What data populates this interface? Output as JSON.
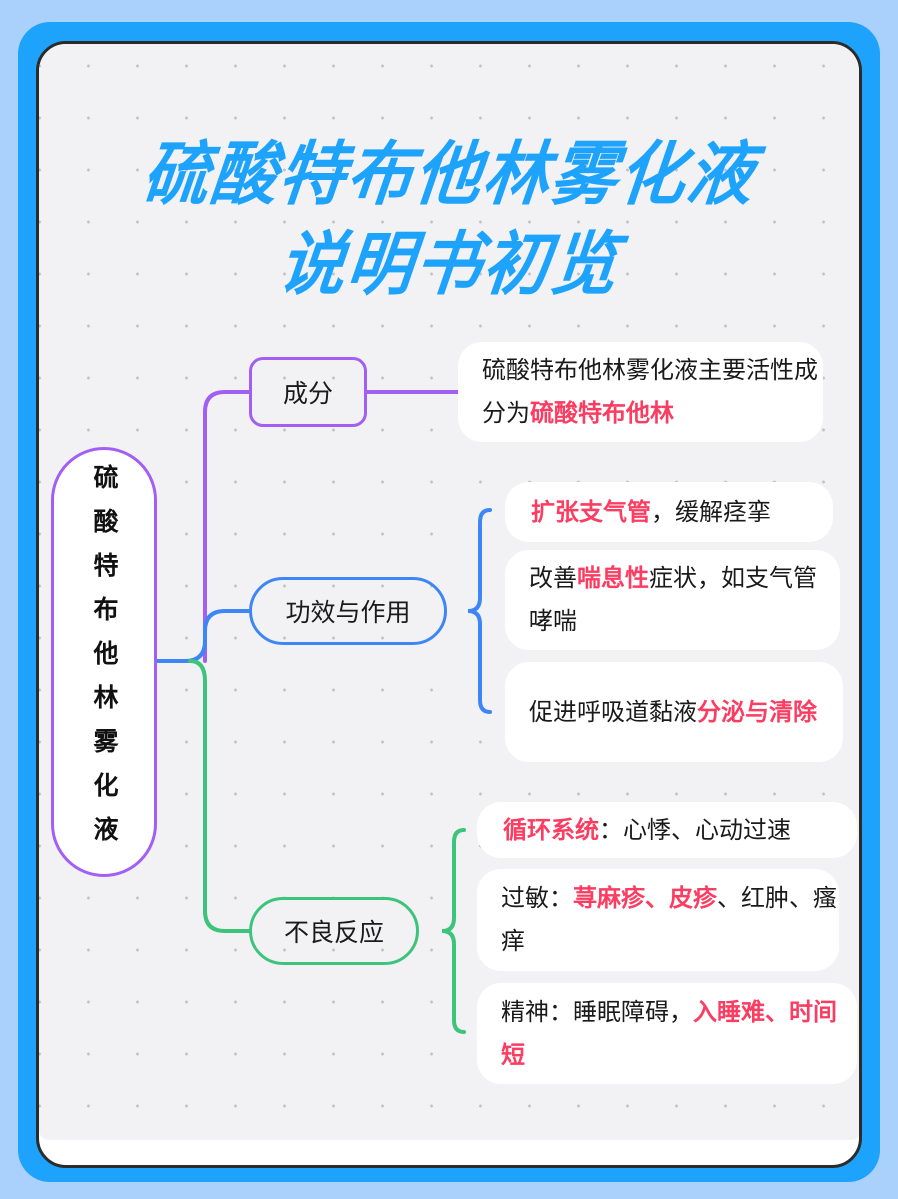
{
  "title": {
    "line1": "硫酸特布他林雾化液",
    "line2": "说明书初览"
  },
  "colors": {
    "background": "#aad1fb",
    "frame": "#1ea3fd",
    "title": "#1ea3fd",
    "ingredient_branch": "#a25ff4",
    "effect_branch": "#3e86f5",
    "adverse_branch": "#3cc47c",
    "highlight": "#fb3d62"
  },
  "root": {
    "label": "硫酸特布他林雾化液"
  },
  "branches": {
    "ingredient": {
      "label": "成分",
      "items": [
        {
          "parts": [
            {
              "text": "硫酸特布他林雾化液主要活性成分为"
            },
            {
              "text": "硫酸特布他林",
              "hl": true
            }
          ]
        }
      ]
    },
    "effect": {
      "label": "功效与作用",
      "items": [
        {
          "parts": [
            {
              "text": "扩张支气管",
              "hl": true
            },
            {
              "text": "，缓解痉挛"
            }
          ]
        },
        {
          "parts": [
            {
              "text": "改善"
            },
            {
              "text": "喘息性",
              "hl": true
            },
            {
              "text": "症状，如支气管哮喘"
            }
          ]
        },
        {
          "parts": [
            {
              "text": "促进呼吸道黏液"
            },
            {
              "text": "分泌与清除",
              "hl": true
            }
          ]
        }
      ]
    },
    "adverse": {
      "label": "不良反应",
      "items": [
        {
          "parts": [
            {
              "text": "循环系统",
              "hl": true
            },
            {
              "text": "：心悸、心动过速"
            }
          ]
        },
        {
          "parts": [
            {
              "text": "过敏："
            },
            {
              "text": "荨麻疹、皮疹",
              "hl": true
            },
            {
              "text": "、红肿、瘙痒"
            }
          ]
        },
        {
          "parts": [
            {
              "text": "精神：睡眠障碍，"
            },
            {
              "text": "入睡难、时间短",
              "hl": true
            }
          ]
        }
      ]
    }
  }
}
